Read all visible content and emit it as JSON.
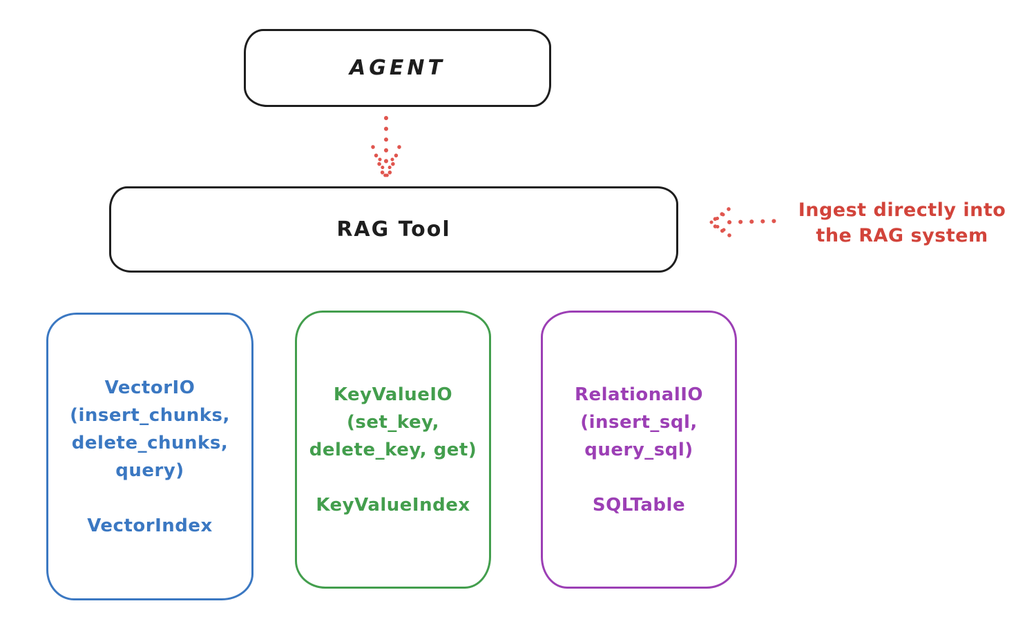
{
  "colors": {
    "ink": "#1e1e1e",
    "red": "#d2443b",
    "arrow_red": "#e0564f",
    "blue": "#3b78c2",
    "green": "#439e4d",
    "purple": "#9c3fb5",
    "background": "#ffffff"
  },
  "nodes": {
    "agent": {
      "label": "AGENT"
    },
    "rag_tool": {
      "label": "RAG Tool"
    },
    "vector_io": {
      "lines": [
        "VectorIO",
        "(insert_chunks,",
        "delete_chunks,",
        "query)"
      ],
      "index_label": "VectorIndex"
    },
    "key_value_io": {
      "lines": [
        "KeyValueIO",
        "(set_key,",
        "delete_key, get)"
      ],
      "index_label": "KeyValueIndex"
    },
    "relational_io": {
      "lines": [
        "RelationalIO",
        "(insert_sql,",
        "query_sql)"
      ],
      "index_label": "SQLTable"
    }
  },
  "annotation": {
    "lines": [
      "Ingest directly into",
      "the RAG system"
    ]
  }
}
